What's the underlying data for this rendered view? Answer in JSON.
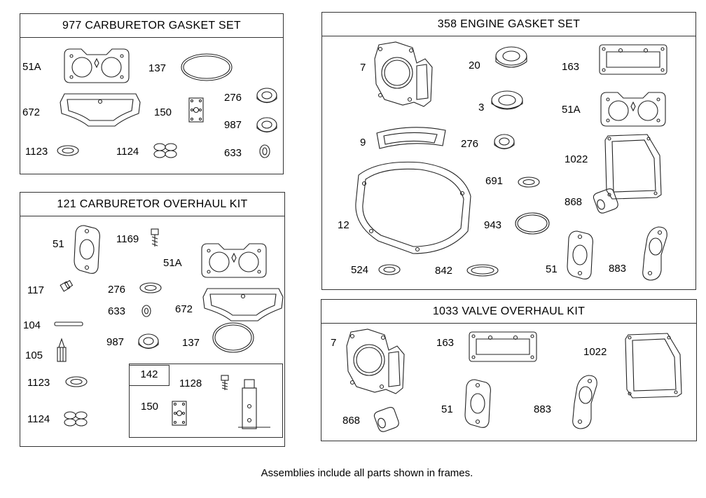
{
  "kits": {
    "carb_gasket": {
      "title": "977 CARBURETOR GASKET SET",
      "labels": [
        "51A",
        "137",
        "672",
        "150",
        "276",
        "987",
        "1123",
        "1124",
        "633"
      ]
    },
    "carb_overhaul": {
      "title": "121 CARBURETOR OVERHAUL KIT",
      "labels": [
        "51",
        "1169",
        "51A",
        "117",
        "276",
        "633",
        "672",
        "104",
        "987",
        "137",
        "105",
        "1123",
        "1124"
      ],
      "sub": {
        "title": "142",
        "labels": [
          "1128",
          "150"
        ]
      }
    },
    "engine_gasket": {
      "title": "358 ENGINE GASKET SET",
      "labels": [
        "7",
        "20",
        "163",
        "3",
        "51A",
        "9",
        "276",
        "1022",
        "691",
        "868",
        "12",
        "943",
        "524",
        "842",
        "51",
        "883"
      ]
    },
    "valve_overhaul": {
      "title": "1033 VALVE OVERHAUL KIT",
      "labels": [
        "7",
        "163",
        "1022",
        "51",
        "883",
        "868"
      ]
    }
  },
  "footer": "Assemblies include all parts shown in frames."
}
